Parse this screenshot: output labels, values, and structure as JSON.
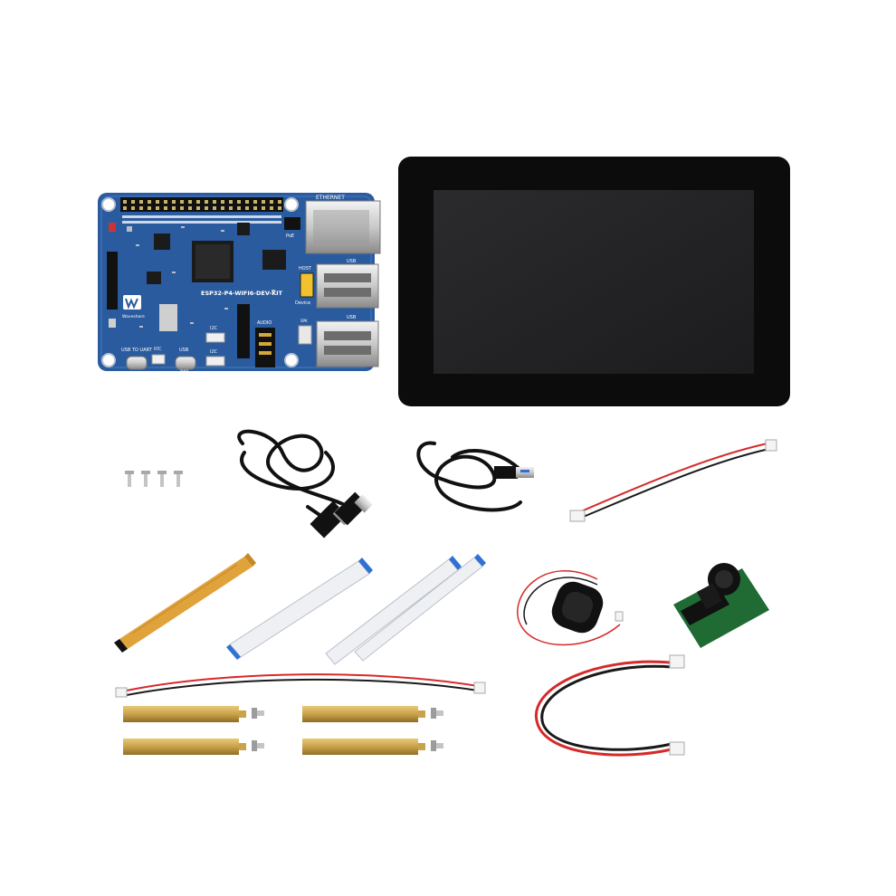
{
  "board": {
    "model": "ESP32-P4-WIFI6-DEV-KIT",
    "brand": "Waveshare",
    "labels": {
      "ethernet": "ETHERNET",
      "poe": "PoE",
      "usb1": "USB",
      "usb2": "USB",
      "host": "HOST",
      "device": "Device",
      "audio": "AUDIO",
      "i2c1": "I2C",
      "i2c2": "I2C",
      "usb_to_uart": "USB TO UART",
      "rtc": "RTC",
      "usb3": "USB",
      "power": "PWR",
      "spk": "SPK"
    }
  },
  "colors": {
    "pcb": "#2a5b9e",
    "pcb_dark": "#1e4680",
    "screen_bezel": "#0c0c0c",
    "screen_glass": "#232325",
    "brass": "#c9a24a",
    "fpc_orange": "#e0a23a",
    "wire_red": "#d62a2a",
    "wire_black": "#1a1a1a",
    "camera_pcb": "#1f6b33"
  },
  "icons": {
    "brand_logo": "waveshare-logo-icon"
  }
}
